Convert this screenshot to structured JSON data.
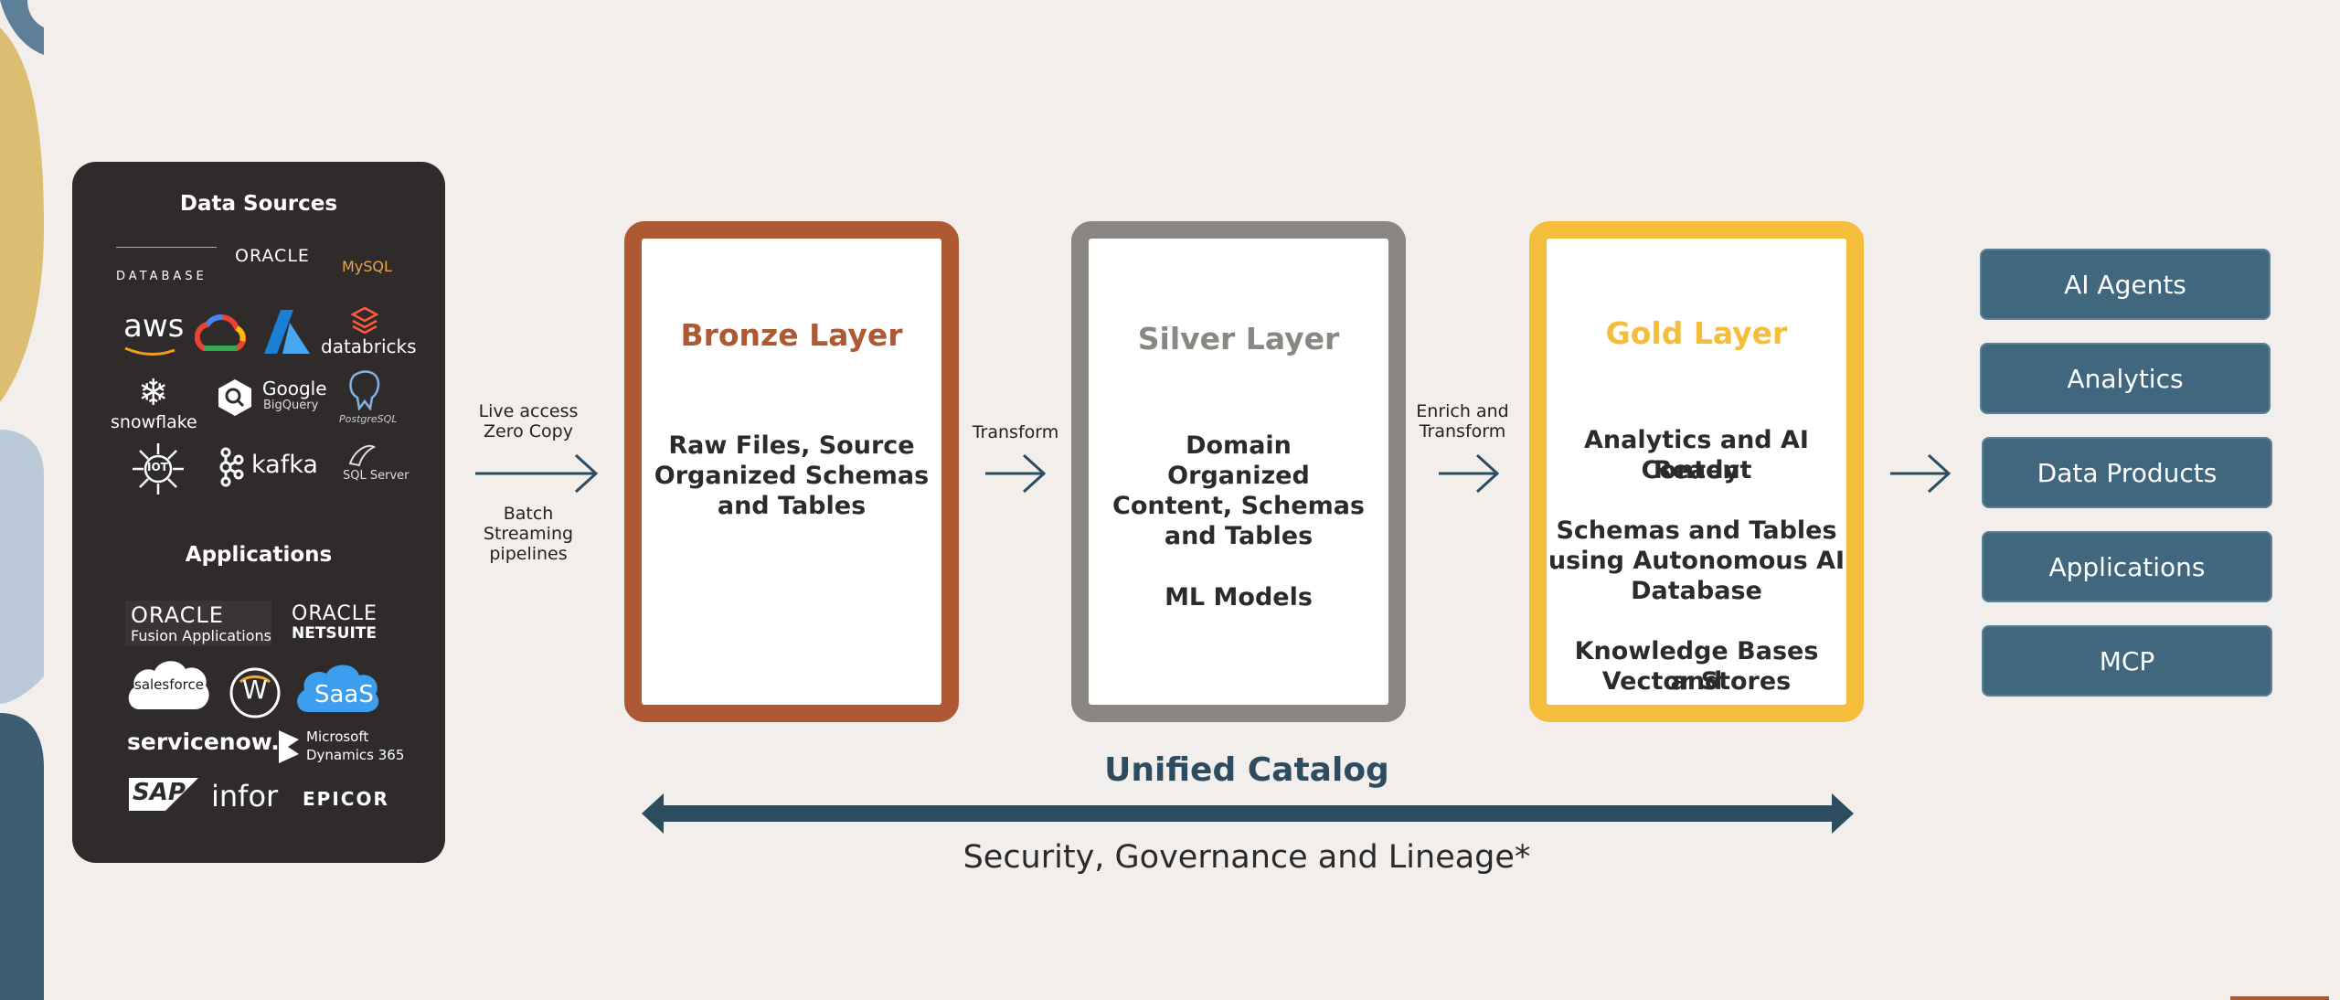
{
  "sources_card": {
    "data_sources_title": "Data Sources",
    "applications_title": "Applications",
    "data_logos": {
      "oracle_database": "DATABASE",
      "oracle": "ORACLE",
      "mysql": "MySQL",
      "aws": "aws",
      "databricks": "databricks",
      "snowflake": "snowflake",
      "google": "Google",
      "bigquery": "BigQuery",
      "postgresql": "PostgreSQL",
      "iot": "IOT",
      "kafka": "kafka",
      "sqlserver": "SQL Server"
    },
    "app_logos": {
      "oracle_fusion_1": "ORACLE",
      "oracle_fusion_2": "Fusion Applications",
      "netsuite_1": "ORACLE",
      "netsuite_2": "NETSUITE",
      "salesforce": "salesforce",
      "workday": "W",
      "saas": "SaaS",
      "servicenow": "servicenow.",
      "dynamics_1": "Microsoft",
      "dynamics_2": "Dynamics 365",
      "sap": "SAP",
      "infor": "infor",
      "epicor": "EPICOR"
    }
  },
  "connectors": {
    "ingest_top_1": "Live access",
    "ingest_top_2": "Zero Copy",
    "ingest_bottom_1": "Batch",
    "ingest_bottom_2": "Streaming",
    "ingest_bottom_3": "pipelines",
    "transform": "Transform",
    "enrich_1": "Enrich and",
    "enrich_2": "Transform"
  },
  "layers": {
    "bronze": {
      "title": "Bronze Layer",
      "body_1": "Raw Files, Source",
      "body_2": "Organized Schemas",
      "body_3": "and Tables"
    },
    "silver": {
      "title": "Silver Layer",
      "body_1": "Domain",
      "body_2": "Organized",
      "body_3": "Content, Schemas",
      "body_4": "and Tables",
      "body_5": "ML Models"
    },
    "gold": {
      "title": "Gold Layer",
      "body_1": "Analytics and AI Ready",
      "body_2": "Content",
      "body_3": "Schemas and Tables",
      "body_4": "using Autonomous AI",
      "body_5": "Database",
      "body_6": "Knowledge Bases and",
      "body_7": "Vector Stores"
    }
  },
  "outputs": [
    "AI Agents",
    "Analytics",
    "Data Products",
    "Applications",
    "MCP"
  ],
  "catalog": {
    "title": "Unified Catalog",
    "subtitle": "Security, Governance and Lineage*"
  },
  "colors": {
    "bronze": "#ad5a34",
    "silver": "#8a8682",
    "gold": "#f4bd3c",
    "navy": "#2e4c60",
    "button": "#41677e"
  }
}
